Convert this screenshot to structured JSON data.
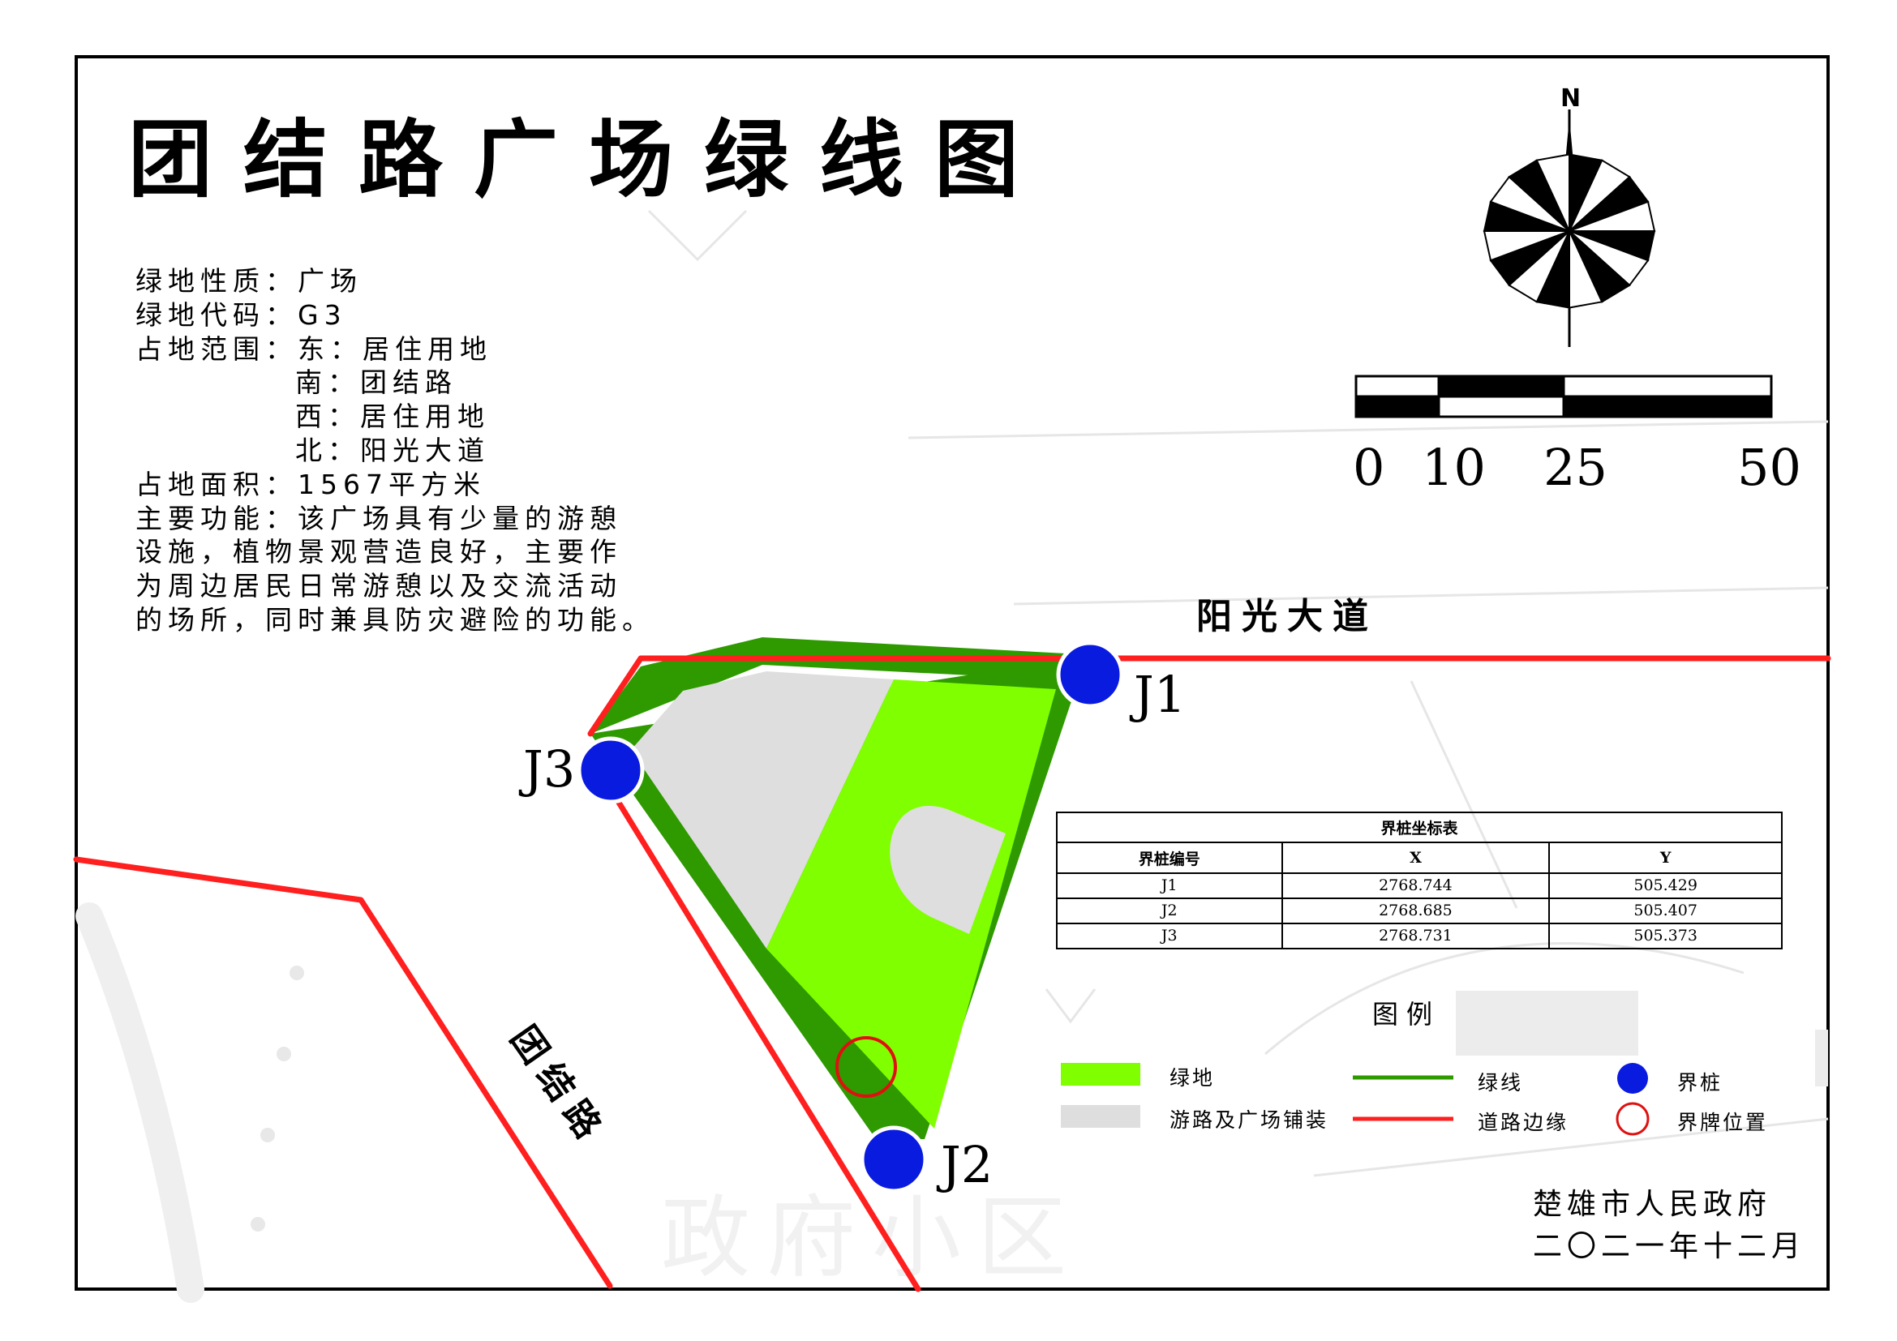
{
  "title": "团结路广场绿线图",
  "compass": {
    "north_label": "N",
    "icon": "compass-rose-icon"
  },
  "info": {
    "property": "绿地性质：广场",
    "code": "绿地代码：G3",
    "boundary_east": "占地范围：东：居住用地",
    "boundary_south": "南：团结路",
    "boundary_west": "西：居住用地",
    "boundary_north": "北：阳光大道",
    "area": "占地面积：1567平方米",
    "function_1": "主要功能：该广场具有少量的游憩",
    "function_2": "设施，植物景观营造良好，主要作",
    "function_3": "为周边居民日常游憩以及交流活动",
    "function_4": "的场所，同时兼具防灾避险的功能。"
  },
  "scale_bar": {
    "labels": [
      "0",
      "10",
      "25",
      "50"
    ]
  },
  "roads": {
    "north": "阳光大道",
    "south": "团结路"
  },
  "stakes": {
    "j1": "J1",
    "j2": "J2",
    "j3": "J3"
  },
  "watermark": "政府小区",
  "coord_table": {
    "title": "界桩坐标表",
    "headers": [
      "界桩编号",
      "X",
      "Y"
    ],
    "rows": [
      [
        "J1",
        "2768.744",
        "505.429"
      ],
      [
        "J2",
        "2768.685",
        "505.407"
      ],
      [
        "J3",
        "2768.731",
        "505.373"
      ]
    ]
  },
  "legend": {
    "title": "图例",
    "green_area": "绿地",
    "paving": "游路及广场铺装",
    "green_line": "绿线",
    "road_edge": "道路边缘",
    "stake": "界桩",
    "sign": "界牌位置"
  },
  "colors": {
    "green_area": "#80ff00",
    "green_line": "#2e9a00",
    "paving": "#dedede",
    "road_edge": "#ff1f1f",
    "stake": "#0a1be0",
    "sign": "#e01010"
  },
  "footer": {
    "org": "楚雄市人民政府",
    "date": "二〇二一年十二月"
  }
}
